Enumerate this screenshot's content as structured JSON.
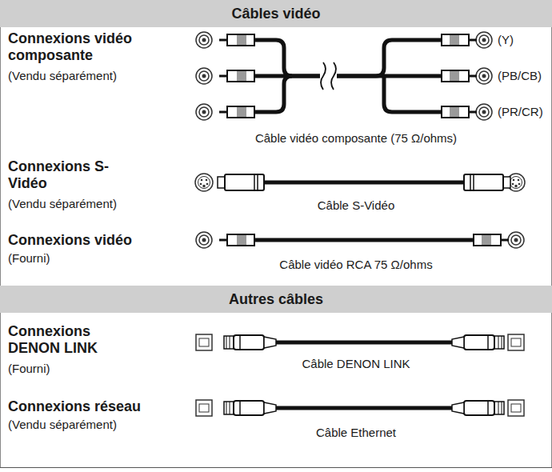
{
  "diagram": {
    "nodes": [
      {
        "text": [
          "Câbles vidéo"
        ]
      },
      {
        "text": [
          "Autres câbles"
        ]
      }
    ],
    "labels": [
      "Connexions vidéo composante",
      "(Vendu séparément)",
      "(Y)",
      "(PB/CB)",
      "(PR/CR)",
      "Câble vidéo composante (75 Ω/ohms)",
      "Connexions S-Vidéo",
      "(Vendu séparément)",
      "Câble S-Vidéo",
      "Connexions vidéo",
      "(Fourni)",
      "Câble vidéo RCA 75 Ω/ohms",
      "Connexions DENON LINK",
      "(Fourni)",
      "Câble DENON LINK",
      "Connexions réseau",
      "(Vendu séparément)",
      "Câble Ethernet"
    ]
  }
}
